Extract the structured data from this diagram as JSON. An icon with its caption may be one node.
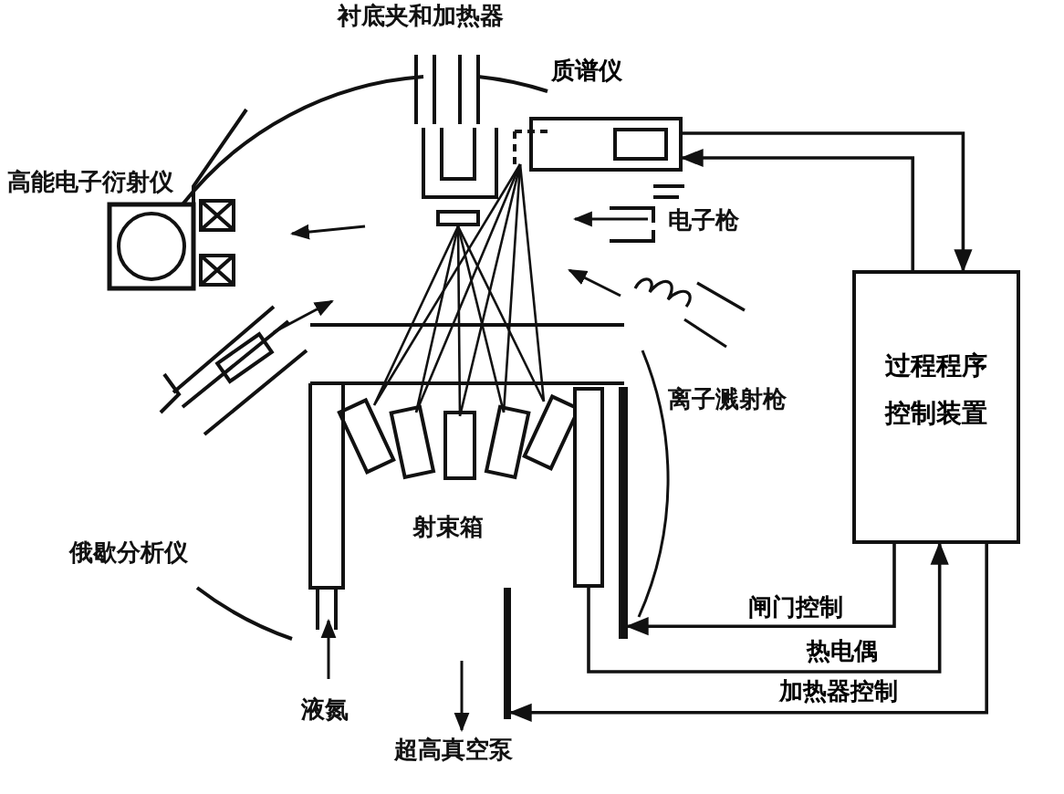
{
  "diagram": {
    "nodes": [
      {
        "text": [
          "过程程序控制装置"
        ]
      },
      {
        "text": [
          "质谱仪"
        ]
      },
      {
        "text": [],
        "shape": "bar"
      },
      {
        "text": [],
        "shape": "box"
      },
      {
        "text": [],
        "shape": "bar"
      }
    ],
    "edges": [
      {
        "from": 1,
        "to": 0,
        "arrow": "to"
      },
      {
        "from": 0,
        "to": 1,
        "arrow": "to"
      },
      {
        "from": 0,
        "to": 2,
        "label": "闸门控制",
        "arrow": "to"
      },
      {
        "from": 3,
        "to": 0,
        "label": "热电偶",
        "arrow": "to"
      },
      {
        "from": 0,
        "to": 4,
        "label": "加热器控制",
        "arrow": "to"
      }
    ],
    "labels": [
      "衬底夹和加热器",
      "高能电子衍射仪",
      "电子枪",
      "离子溅射枪",
      "射束箱",
      "俄歇分析仪",
      "液氮",
      "超高真空泵"
    ]
  }
}
